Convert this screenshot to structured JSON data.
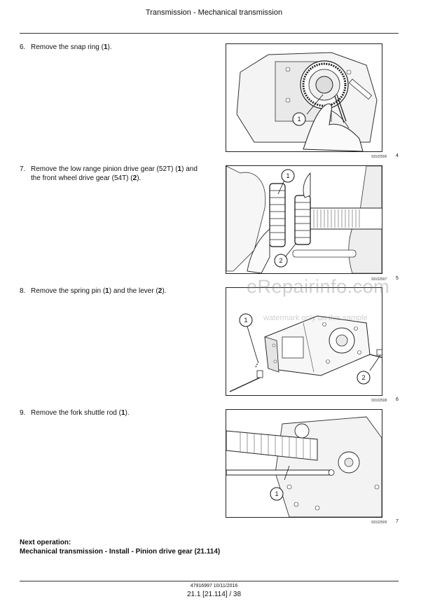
{
  "header": {
    "title": "Transmission - Mechanical transmission"
  },
  "steps": [
    {
      "number": "6.",
      "lines": [
        [
          {
            "t": "Remove the snap ring ("
          },
          {
            "t": "1",
            "b": true
          },
          {
            "t": ")."
          }
        ]
      ],
      "figure": {
        "code": "93102506",
        "number": "4",
        "callouts": [
          "1"
        ]
      }
    },
    {
      "number": "7.",
      "lines": [
        [
          {
            "t": "Remove the low range pinion drive gear (52T) ("
          },
          {
            "t": "1",
            "b": true
          },
          {
            "t": ") and"
          }
        ],
        [
          {
            "t": "the front wheel drive gear (54T) ("
          },
          {
            "t": "2",
            "b": true
          },
          {
            "t": ")."
          }
        ]
      ],
      "figure": {
        "code": "93102507",
        "number": "5",
        "callouts": [
          "1",
          "2"
        ]
      }
    },
    {
      "number": "8.",
      "lines": [
        [
          {
            "t": "Remove the spring pin ("
          },
          {
            "t": "1",
            "b": true
          },
          {
            "t": ") and the lever ("
          },
          {
            "t": "2",
            "b": true
          },
          {
            "t": ")."
          }
        ]
      ],
      "figure": {
        "code": "93102508",
        "number": "6",
        "callouts": [
          "1",
          "2"
        ]
      }
    },
    {
      "number": "9.",
      "lines": [
        [
          {
            "t": "Remove the fork shuttle rod ("
          },
          {
            "t": "1",
            "b": true
          },
          {
            "t": ")."
          }
        ]
      ],
      "figure": {
        "code": "93102509",
        "number": "7",
        "callouts": [
          "1"
        ]
      }
    }
  ],
  "next_operation": {
    "label": "Next operation:",
    "text": "Mechanical transmission - Install - Pinion drive gear (21.114)"
  },
  "footer": {
    "doc_line": "47916997 10/11/2016",
    "page_line": "21.1 [21.114] / 38"
  },
  "watermark": {
    "site": "eRepairinfo.com",
    "note": "watermark only on this sample"
  }
}
